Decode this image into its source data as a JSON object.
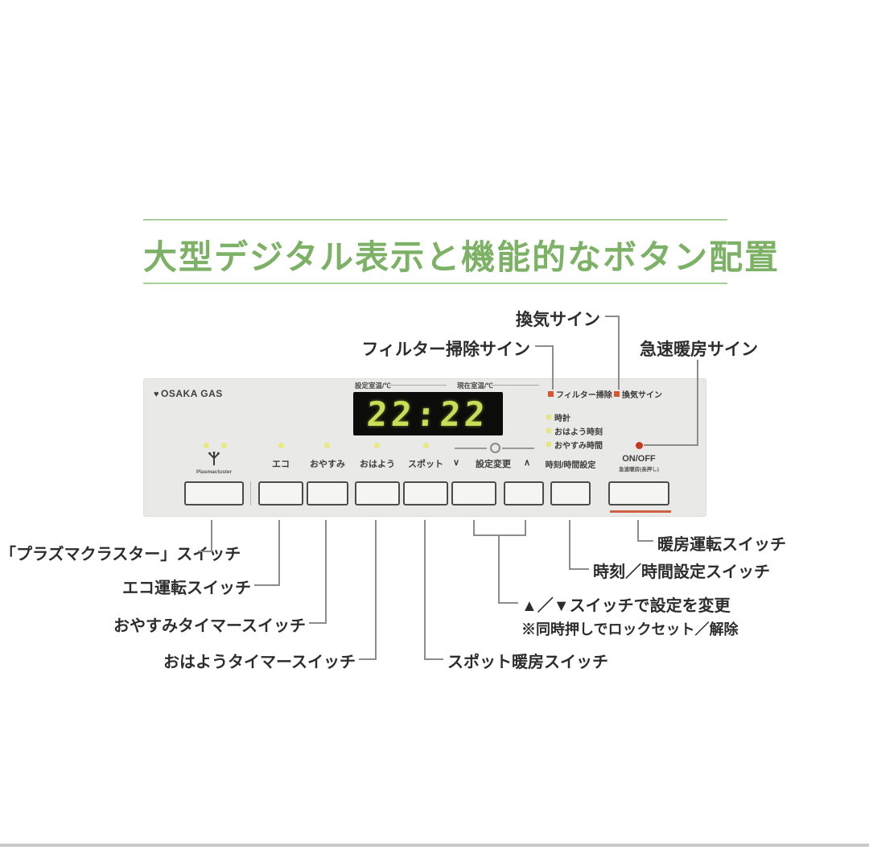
{
  "title_section": {
    "title": "大型デジタル表示と機能的なボタン配置",
    "accent_color": "#7cb166",
    "rule_color": "#a6d098"
  },
  "top_callouts": {
    "vent": "換気サイン",
    "filter": "フィルター掃除サイン",
    "rapid": "急速暖房サイン"
  },
  "panel": {
    "brand": "OSAKA GAS",
    "background_color": "#e9e9e7",
    "display": {
      "set_temp_label": "設定室温/℃",
      "current_temp_label": "現在室温/℃",
      "value": "22:22",
      "digit_color": "#c9de54",
      "display_bg": "#0c0c0a"
    },
    "indicator_lamps": {
      "filter": "フィルター掃除",
      "vent": "換気サイン",
      "clock": "時計",
      "wake_time": "おはよう時刻",
      "sleep_time": "おやすみ時間",
      "warn_lamp_color": "#d4572e",
      "yellow_lamp_color": "#e6e67a",
      "rapid_dot_color": "#c4391f"
    },
    "buttons": {
      "plasmacluster": "Plasmacluster",
      "eco": "エコ",
      "oyasumi": "おやすみ",
      "ohayou": "おはよう",
      "spot": "スポット",
      "down_arrow": "∨",
      "setting_change": "設定変更",
      "up_arrow": "∧",
      "time_setting": "時刻/時間設定",
      "on_off": "ON/OFF",
      "on_off_sub": "急速暖房(長押し)",
      "on_off_underline_color": "#d06248"
    }
  },
  "bottom_callouts": {
    "plasmacluster": "「プラズマクラスター」スイッチ",
    "eco": "エコ運転スイッチ",
    "oyasumi": "おやすみタイマースイッチ",
    "ohayou": "おはようタイマースイッチ",
    "spot": "スポット暖房スイッチ",
    "updown": "▲／▼スイッチで設定を変更",
    "updown_note": "※同時押しでロックセット／解除",
    "time": "時刻／時間設定スイッチ",
    "heating": "暖房運転スイッチ"
  }
}
